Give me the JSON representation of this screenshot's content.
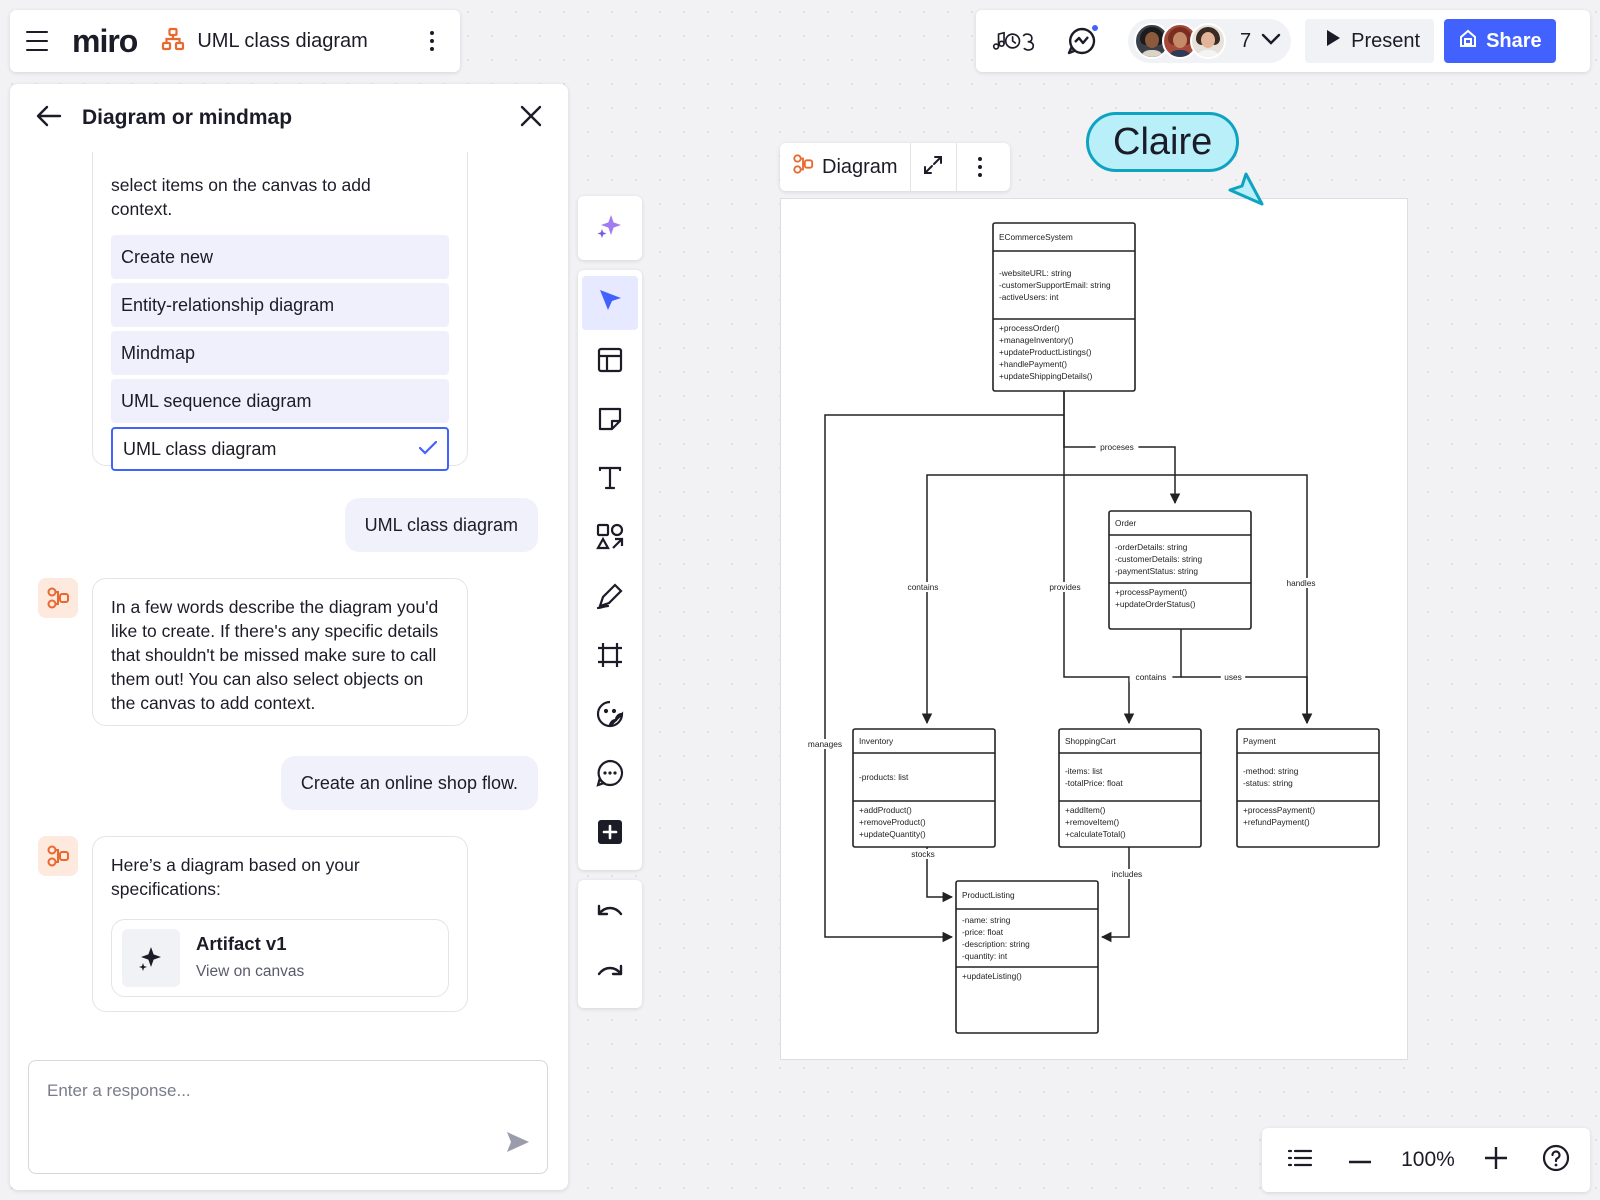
{
  "app": {
    "logo": "miro",
    "board_name": "UML class diagram",
    "brand_color": "#4262ff",
    "accent_color": "#e8692f"
  },
  "top_bar": {
    "collaborator_count": "7",
    "present_label": "Present",
    "share_label": "Share"
  },
  "panel": {
    "title": "Diagram or mindmap",
    "intro_text": "select items on the canvas to add context.",
    "options": [
      {
        "label": "Create new"
      },
      {
        "label": "Entity-relationship diagram"
      },
      {
        "label": "Mindmap"
      },
      {
        "label": "UML sequence diagram"
      },
      {
        "label": "UML class diagram",
        "selected": true
      }
    ],
    "user_msg_1": "UML class diagram",
    "bot_msg_1": "In a few words describe the diagram you'd like to create. If there's any specific details that shouldn't be missed make sure to call them out! You can also select objects on the canvas to add context.",
    "user_msg_2": "Create an online shop flow.",
    "bot_msg_2": "Here’s a diagram based on your specifications:",
    "artifact": {
      "name": "Artifact v1",
      "sub": "View on canvas"
    },
    "response_placeholder": "Enter a response..."
  },
  "canvas": {
    "diagram_label": "Diagram",
    "cursor_user": "Claire",
    "cursor_color": "#0fa3c2",
    "zoom": "100%"
  },
  "uml": {
    "classes": [
      {
        "name": "ECommerceSystem",
        "attributes": [
          "-websiteURL: string",
          "-customerSupportEmail: string",
          "-activeUsers: int"
        ],
        "methods": [
          "+processOrder()",
          "+manageInventory()",
          "+updateProductListings()",
          "+handlePayment()",
          "+updateShippingDetails()"
        ]
      },
      {
        "name": "Order",
        "attributes": [
          "-orderDetails: string",
          "-customerDetails: string",
          "-paymentStatus: string"
        ],
        "methods": [
          "+processPayment()",
          "+updateOrderStatus()"
        ]
      },
      {
        "name": "Inventory",
        "attributes": [
          "-products: list"
        ],
        "methods": [
          "+addProduct()",
          "+removeProduct()",
          "+updateQuantity()"
        ]
      },
      {
        "name": "ShoppingCart",
        "attributes": [
          "-items: list",
          "-totalPrice: float"
        ],
        "methods": [
          "+addItem()",
          "+removeItem()",
          "+calculateTotal()"
        ]
      },
      {
        "name": "Payment",
        "attributes": [
          "-method: string",
          "-status: string"
        ],
        "methods": [
          "+processPayment()",
          "+refundPayment()"
        ]
      },
      {
        "name": "ProductListing",
        "attributes": [
          "-name: string",
          "-price: float",
          "-description: string",
          "-quantity: int"
        ],
        "methods": [
          "+updateListing()"
        ]
      }
    ],
    "relations": [
      "proceses",
      "contains",
      "provides",
      "handles",
      "contains",
      "uses",
      "manages",
      "stocks",
      "includes"
    ]
  }
}
